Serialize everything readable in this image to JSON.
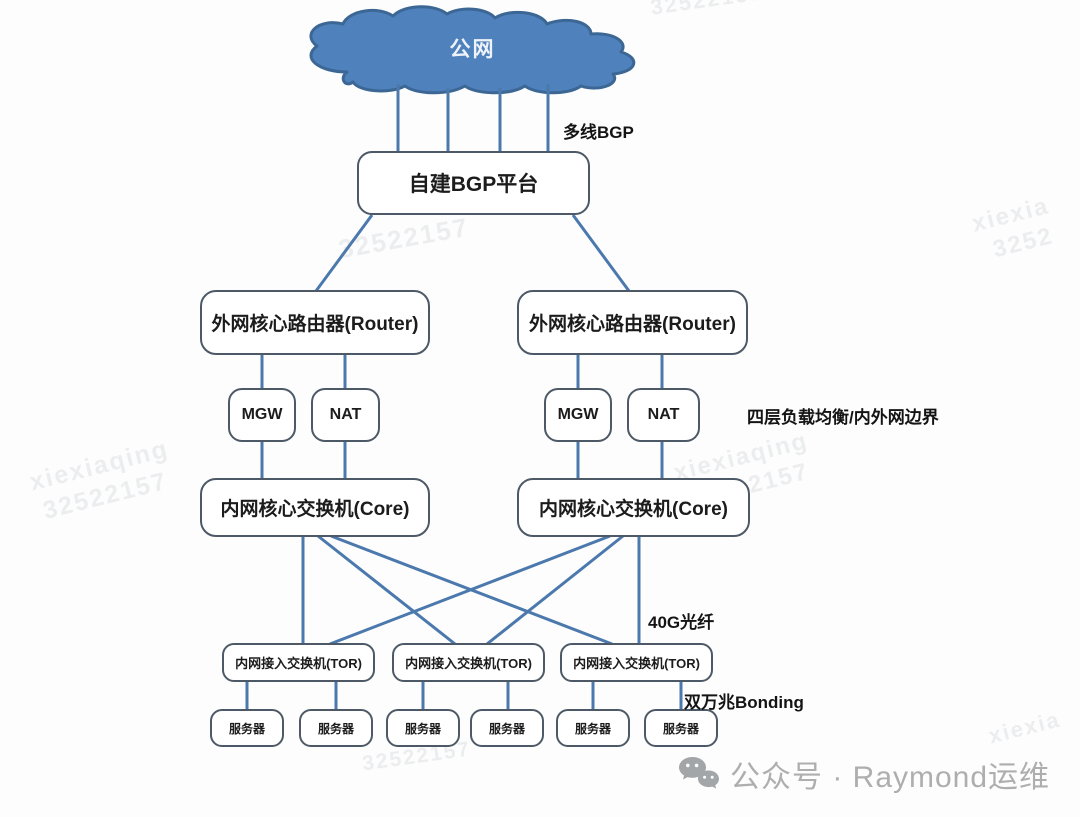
{
  "diagram": {
    "cloud": {
      "label": "公网"
    },
    "bgp_platform": {
      "label": "自建BGP平台"
    },
    "routers": [
      {
        "label": "外网核心路由器(Router)"
      },
      {
        "label": "外网核心路由器(Router)"
      }
    ],
    "gateways": [
      {
        "label": "MGW"
      },
      {
        "label": "NAT"
      },
      {
        "label": "MGW"
      },
      {
        "label": "NAT"
      }
    ],
    "cores": [
      {
        "label": "内网核心交换机(Core)"
      },
      {
        "label": "内网核心交换机(Core)"
      }
    ],
    "tors": [
      {
        "label": "内网接入交换机(TOR)"
      },
      {
        "label": "内网接入交换机(TOR)"
      },
      {
        "label": "内网接入交换机(TOR)"
      }
    ],
    "servers": [
      {
        "label": "服务器"
      },
      {
        "label": "服务器"
      },
      {
        "label": "服务器"
      },
      {
        "label": "服务器"
      },
      {
        "label": "服务器"
      },
      {
        "label": "服务器"
      }
    ],
    "edge_labels": {
      "multiline_bgp": "多线BGP",
      "l4_boundary": "四层负载均衡/内外网边界",
      "fiber_40g": "40G光纤",
      "bonding": "双万兆Bonding"
    }
  },
  "watermarks": {
    "top_partial": "32522157",
    "upper_mid": "32522157",
    "right_top": {
      "line1": "xiexia",
      "line2": "3252"
    },
    "left_mid": {
      "line1": "xiexiaqing",
      "line2": "32522157"
    },
    "right_mid": {
      "line1": "xiexiaqing",
      "line2": "32522157"
    },
    "bottom_mid": "32522157",
    "bottom_right": "xiexia"
  },
  "footer": {
    "credit": "公众号 · Raymond运维"
  },
  "colors": {
    "cloud_fill": "#4f81bd",
    "cloud_stroke": "#3c6795",
    "line": "#4b79ad",
    "box_border": "#4d5966",
    "footer_gray": "#aeaeae"
  }
}
